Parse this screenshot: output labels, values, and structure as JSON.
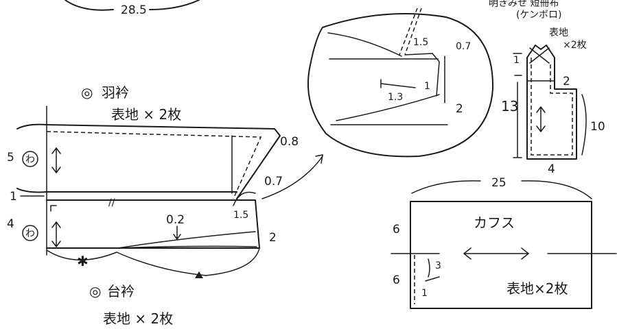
{
  "top_measure": "28.5",
  "haeri": {
    "title_mark": "◎",
    "title": "羽衿",
    "fabric": "表地 × 2枚",
    "dim_width": "5",
    "fold_mark": "わ",
    "tip_offset": "0.8"
  },
  "daieri": {
    "title_mark": "◎",
    "title": "台衿",
    "fabric": "表地 × 2枚",
    "dim_width": "4",
    "fold_mark": "わ",
    "gap": "1",
    "dim_02": "0.2",
    "dim_07": "0.7",
    "dim_15": "1.5",
    "dim_2": "2",
    "hash_mark": "//"
  },
  "zoom": {
    "dim_15": "1.5",
    "dim_07": "0.7",
    "dim_13": "1.3",
    "dim_1": "1",
    "dim_2": "2"
  },
  "kenboro": {
    "title_line1": "明きみせ 短冊布",
    "title_line2": "(ケンボロ)",
    "fabric_line1": "表地",
    "fabric_line2": "×2枚",
    "dim_1": "1",
    "dim_13": "13",
    "dim_2": "2",
    "dim_10": "10",
    "dim_4": "4"
  },
  "cuffs": {
    "title": "カフス",
    "fabric": "表地×2枚",
    "dim_25": "25",
    "dim_6_top": "6",
    "dim_6_bottom": "6",
    "dim_3": "3",
    "dim_1": "1"
  }
}
